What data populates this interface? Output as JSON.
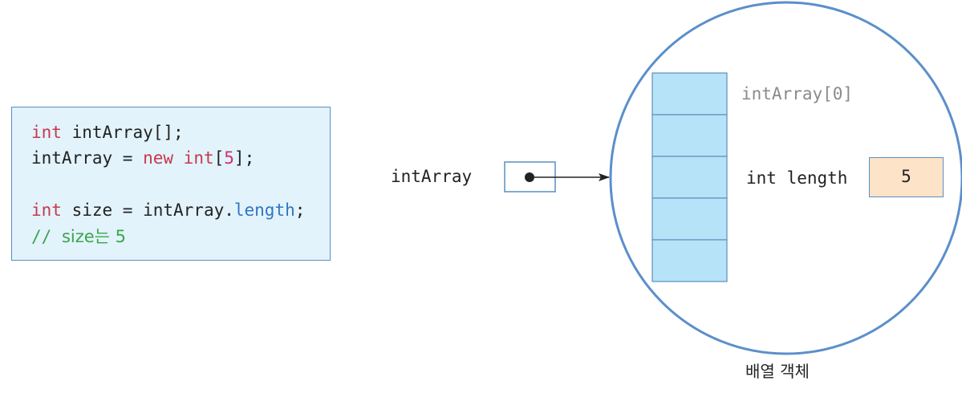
{
  "code": {
    "line1": {
      "kw": "int",
      "rest": " intArray[];"
    },
    "line2": {
      "a": "intArray = ",
      "kw_new": "new",
      "sp": " ",
      "kw_int": "int",
      "open": "[",
      "num": "5",
      "close": "];"
    },
    "line3": {
      "kw": "int",
      "mid": " size = intArray.",
      "prop": "length",
      "end": ";"
    },
    "line4": {
      "slash": "// ",
      "comment": "size는 5"
    }
  },
  "diagram": {
    "reference_variable": "intArray",
    "index_label": "intArray[0]",
    "length_label": "int length",
    "length_value": "5",
    "caption": "배열 객체",
    "array_cells": 5
  },
  "colors": {
    "circle_stroke": "#5b8fca",
    "cell_fill": "#b7e3f8",
    "cell_stroke": "#5a8fc0",
    "code_bg": "#e2f3fb",
    "length_bg": "#fde3c8"
  }
}
